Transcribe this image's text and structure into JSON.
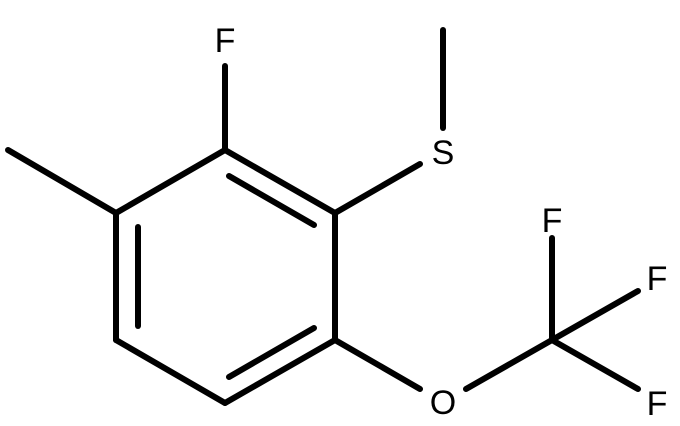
{
  "molecule": {
    "atoms": {
      "fluorine_top": "F",
      "sulfur": "S",
      "oxygen": "O",
      "cf3_fluorine_1": "F",
      "cf3_fluorine_2": "F",
      "cf3_fluorine_3": "F"
    },
    "colors": {
      "bond": "#000000",
      "label": "#000000",
      "background": "#ffffff"
    }
  }
}
